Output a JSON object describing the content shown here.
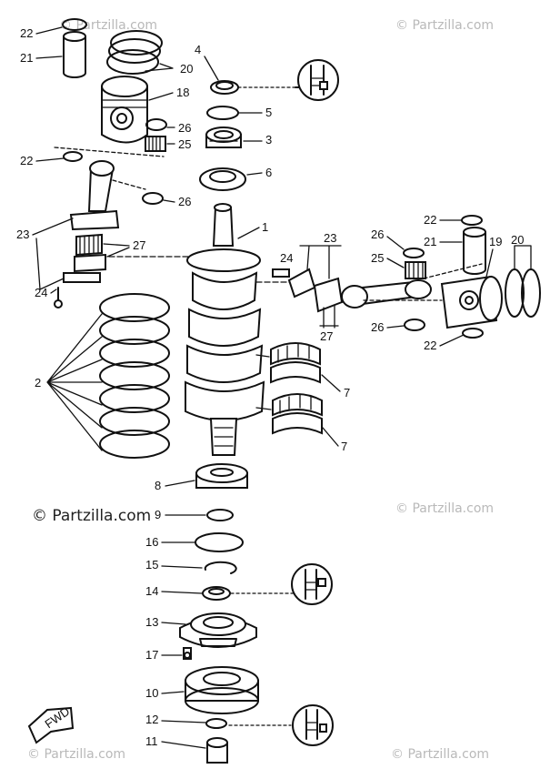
{
  "watermarks": {
    "main": "© Partzilla.com",
    "tile": "© Partzilla.com"
  },
  "callouts": [
    "1",
    "2",
    "3",
    "4",
    "5",
    "6",
    "7",
    "8",
    "9",
    "10",
    "11",
    "12",
    "13",
    "14",
    "15",
    "16",
    "17",
    "18",
    "19",
    "20",
    "21",
    "22",
    "23",
    "24",
    "25",
    "26",
    "27"
  ],
  "fwd_label": "FWD"
}
